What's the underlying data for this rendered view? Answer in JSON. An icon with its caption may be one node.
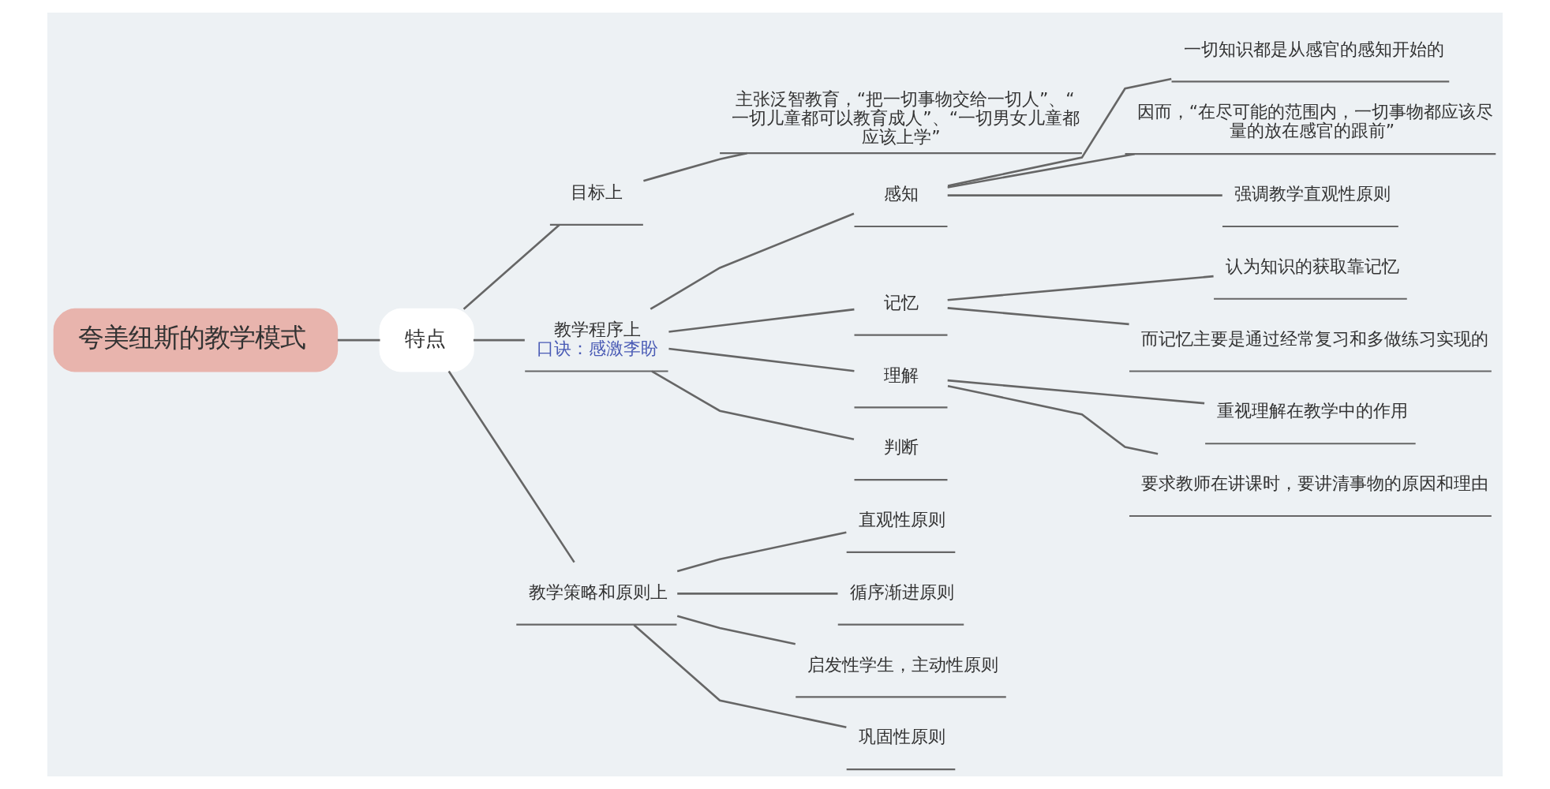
{
  "diagram": {
    "nodes": [
      {
        "text": [
          "夸美纽斯的教学模式"
        ]
      },
      {
        "text": [
          "特点"
        ]
      },
      {
        "text": [
          "目标上"
        ]
      },
      {
        "text": [
          "主张泛智教育，“把一切事物交给一切人”、“一切儿童都可以教育成人”、“一切男女儿童都应该上学”"
        ]
      },
      {
        "text": [
          "教学程序上",
          "口诀：感激李盼"
        ]
      },
      {
        "text": [
          "感知"
        ]
      },
      {
        "text": [
          "一切知识都是从感官的感知开始的"
        ]
      },
      {
        "text": [
          "因而，“在尽可能的范围内，一切事物都应该尽量的放在感官的跟前”"
        ]
      },
      {
        "text": [
          "强调教学直观性原则"
        ]
      },
      {
        "text": [
          "记忆"
        ]
      },
      {
        "text": [
          "认为知识的获取靠记忆"
        ]
      },
      {
        "text": [
          "而记忆主要是通过经常复习和多做练习实现的"
        ]
      },
      {
        "text": [
          "理解"
        ]
      },
      {
        "text": [
          "重视理解在教学中的作用"
        ]
      },
      {
        "text": [
          "要求教师在讲课时，要讲清事物的原因和理由"
        ]
      },
      {
        "text": [
          "判断"
        ]
      },
      {
        "text": [
          "教学策略和原则上"
        ]
      },
      {
        "text": [
          "直观性原则"
        ]
      },
      {
        "text": [
          "循序渐进原则"
        ]
      },
      {
        "text": [
          "启发性学生，主动性原则"
        ]
      },
      {
        "text": [
          "巩固性原则"
        ]
      }
    ],
    "edges": [
      {
        "from": 0,
        "to": 1,
        "arrow": "none"
      },
      {
        "from": 1,
        "to": 2,
        "arrow": "none"
      },
      {
        "from": 2,
        "to": 3,
        "arrow": "none"
      },
      {
        "from": 1,
        "to": 4,
        "arrow": "none"
      },
      {
        "from": 4,
        "to": 5,
        "arrow": "none"
      },
      {
        "from": 5,
        "to": 6,
        "arrow": "none"
      },
      {
        "from": 5,
        "to": 7,
        "arrow": "none"
      },
      {
        "from": 5,
        "to": 8,
        "arrow": "none"
      },
      {
        "from": 4,
        "to": 9,
        "arrow": "none"
      },
      {
        "from": 9,
        "to": 10,
        "arrow": "none"
      },
      {
        "from": 9,
        "to": 11,
        "arrow": "none"
      },
      {
        "from": 4,
        "to": 12,
        "arrow": "none"
      },
      {
        "from": 12,
        "to": 13,
        "arrow": "none"
      },
      {
        "from": 12,
        "to": 14,
        "arrow": "none"
      },
      {
        "from": 4,
        "to": 15,
        "arrow": "none"
      },
      {
        "from": 1,
        "to": 16,
        "arrow": "none"
      },
      {
        "from": 16,
        "to": 17,
        "arrow": "none"
      },
      {
        "from": 16,
        "to": 18,
        "arrow": "none"
      },
      {
        "from": 16,
        "to": 19,
        "arrow": "none"
      },
      {
        "from": 16,
        "to": 20,
        "arrow": "none"
      }
    ]
  }
}
